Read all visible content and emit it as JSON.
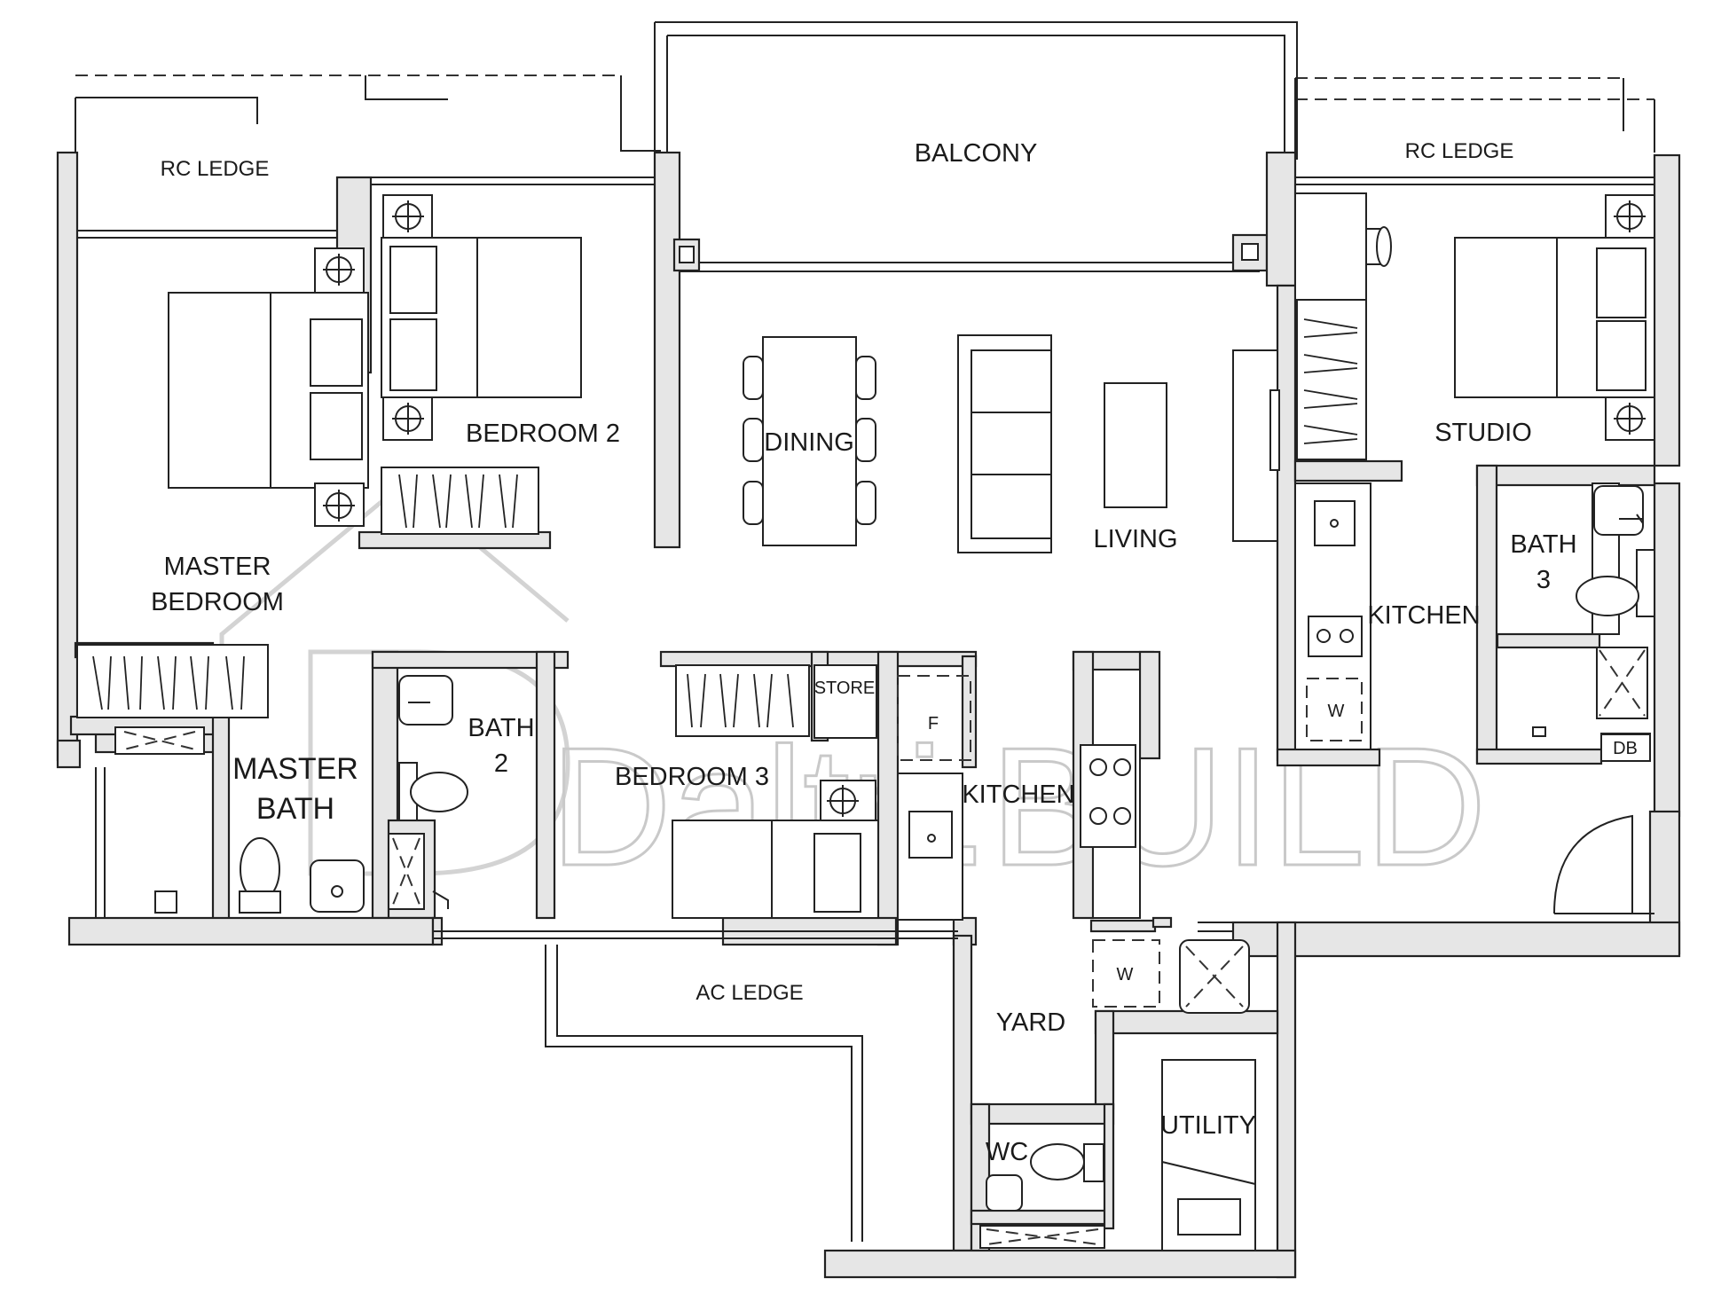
{
  "rooms": {
    "rc_ledge_left": "RC LEDGE",
    "balcony": "BALCONY",
    "rc_ledge_right": "RC LEDGE",
    "bedroom_2": "BEDROOM 2",
    "dining": "DINING",
    "living": "LIVING",
    "studio": "STUDIO",
    "master_bedroom_line1": "MASTER",
    "master_bedroom_line2": "BEDROOM",
    "bath_3_line1": "BATH",
    "bath_3_line2": "3",
    "kitchen_right": "KITCHEN",
    "master_bath_line1": "MASTER",
    "master_bath_line2": "BATH",
    "bath_2_line1": "BATH",
    "bath_2_line2": "2",
    "bedroom_3": "BEDROOM 3",
    "store": "STORE",
    "kitchen_center": "KITCHEN",
    "db": "DB",
    "ac_ledge": "AC LEDGE",
    "yard": "YARD",
    "wc": "WC",
    "utility": "UTILITY"
  },
  "fixtures": {
    "fridge": "F",
    "washer_right": "W",
    "washer_yard": "W"
  },
  "watermark": {
    "text": "Daltri.BUILD"
  }
}
